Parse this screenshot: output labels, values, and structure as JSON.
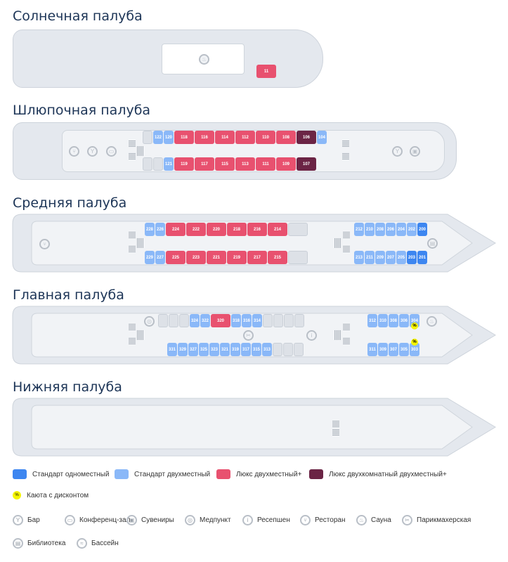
{
  "colors": {
    "standard_single": "#3d86f0",
    "standard_double": "#8ab8f8",
    "lux": "#e8516f",
    "lux_two_room": "#6b2445",
    "empty": "#dde1e7"
  },
  "decks": [
    {
      "title": "Солнечная палуба",
      "rows": [
        [
          {
            "n": "11",
            "t": "lux"
          }
        ]
      ]
    },
    {
      "title": "Шлюпочная палуба",
      "rows": [
        [
          {
            "t": "empty"
          },
          {
            "n": "122",
            "t": "s2"
          },
          {
            "n": "120",
            "t": "s2"
          },
          {
            "n": "118",
            "t": "lux"
          },
          {
            "n": "116",
            "t": "lux"
          },
          {
            "n": "114",
            "t": "lux"
          },
          {
            "n": "112",
            "t": "lux"
          },
          {
            "n": "110",
            "t": "lux"
          },
          {
            "n": "108",
            "t": "lux"
          },
          {
            "n": "106",
            "t": "lux2"
          },
          {
            "n": "104",
            "t": "s2"
          }
        ],
        [
          {
            "t": "empty"
          },
          {
            "t": "empty"
          },
          {
            "n": "121",
            "t": "s2"
          },
          {
            "n": "119",
            "t": "lux"
          },
          {
            "n": "117",
            "t": "lux"
          },
          {
            "n": "115",
            "t": "lux"
          },
          {
            "n": "113",
            "t": "lux"
          },
          {
            "n": "111",
            "t": "lux"
          },
          {
            "n": "109",
            "t": "lux"
          },
          {
            "n": "107",
            "t": "lux2"
          }
        ]
      ]
    },
    {
      "title": "Средняя палуба",
      "rows": [
        [
          {
            "n": "228",
            "t": "s2"
          },
          {
            "n": "226",
            "t": "s2"
          },
          {
            "n": "224",
            "t": "lux"
          },
          {
            "n": "222",
            "t": "lux"
          },
          {
            "n": "220",
            "t": "lux"
          },
          {
            "n": "218",
            "t": "lux"
          },
          {
            "n": "216",
            "t": "lux"
          },
          {
            "n": "214",
            "t": "lux"
          },
          {
            "t": "empty",
            "w": 1
          }
        ],
        [
          {
            "n": "229",
            "t": "s2"
          },
          {
            "n": "227",
            "t": "s2"
          },
          {
            "n": "225",
            "t": "lux"
          },
          {
            "n": "223",
            "t": "lux"
          },
          {
            "n": "221",
            "t": "lux"
          },
          {
            "n": "219",
            "t": "lux"
          },
          {
            "n": "217",
            "t": "lux"
          },
          {
            "n": "215",
            "t": "lux"
          },
          {
            "t": "empty",
            "w": 1
          }
        ],
        [
          {
            "n": "212",
            "t": "s2"
          },
          {
            "n": "210",
            "t": "s2"
          },
          {
            "n": "208",
            "t": "s2"
          },
          {
            "n": "206",
            "t": "s2"
          },
          {
            "n": "204",
            "t": "s2"
          },
          {
            "n": "202",
            "t": "s2"
          },
          {
            "n": "200",
            "t": "s1"
          }
        ],
        [
          {
            "n": "213",
            "t": "s2"
          },
          {
            "n": "211",
            "t": "s2"
          },
          {
            "n": "209",
            "t": "s2"
          },
          {
            "n": "207",
            "t": "s2"
          },
          {
            "n": "205",
            "t": "s2"
          },
          {
            "n": "203",
            "t": "s1"
          },
          {
            "n": "201",
            "t": "s1"
          }
        ]
      ]
    },
    {
      "title": "Главная палуба",
      "rows": [
        [
          {
            "t": "empty"
          },
          {
            "t": "empty"
          },
          {
            "t": "empty"
          },
          {
            "n": "324",
            "t": "s2"
          },
          {
            "n": "322",
            "t": "s2"
          },
          {
            "n": "320",
            "t": "lux"
          },
          {
            "n": "318",
            "t": "s2"
          },
          {
            "n": "316",
            "t": "s2"
          },
          {
            "n": "314",
            "t": "s2"
          },
          {
            "t": "empty"
          },
          {
            "t": "empty"
          },
          {
            "t": "empty"
          },
          {
            "t": "empty"
          }
        ],
        [
          {
            "n": "331",
            "t": "s2"
          },
          {
            "n": "329",
            "t": "s2"
          },
          {
            "n": "327",
            "t": "s2"
          },
          {
            "n": "325",
            "t": "s2"
          },
          {
            "n": "323",
            "t": "s2"
          },
          {
            "n": "321",
            "t": "s2"
          },
          {
            "n": "319",
            "t": "s2"
          },
          {
            "n": "317",
            "t": "s2"
          },
          {
            "n": "315",
            "t": "s2"
          },
          {
            "n": "313",
            "t": "s2"
          },
          {
            "t": "empty"
          },
          {
            "t": "empty"
          },
          {
            "t": "empty"
          }
        ],
        [
          {
            "n": "312",
            "t": "s2"
          },
          {
            "n": "310",
            "t": "s2"
          },
          {
            "n": "308",
            "t": "s2"
          },
          {
            "n": "306",
            "t": "s2"
          },
          {
            "n": "304",
            "t": "s2",
            "d": "below"
          }
        ],
        [
          {
            "n": "311",
            "t": "s2"
          },
          {
            "n": "309",
            "t": "s2"
          },
          {
            "n": "307",
            "t": "s2"
          },
          {
            "n": "305",
            "t": "s2"
          },
          {
            "n": "303",
            "t": "s2",
            "d": "above"
          }
        ]
      ]
    },
    {
      "title": "Нижняя палуба",
      "rows": []
    }
  ],
  "legend": {
    "standard_single": "Стандарт одноместный",
    "standard_double": "Стандарт двухместный",
    "lux": "Люкс двухместный+",
    "lux_two_room": "Люкс двухкомнатный двухместный+",
    "discount_symbol": "%",
    "discount": "Каюта с дисконтом",
    "facilities": [
      {
        "label": "Бар",
        "icon": "bar-icon",
        "glyph": "Y"
      },
      {
        "label": "Конференц-зал",
        "icon": "conference-icon",
        "glyph": "▭"
      },
      {
        "label": "Сувениры",
        "icon": "souvenir-icon",
        "glyph": "▣"
      },
      {
        "label": "Медпункт",
        "icon": "medical-icon",
        "glyph": "◎"
      },
      {
        "label": "Ресепшен",
        "icon": "reception-icon",
        "glyph": "i"
      },
      {
        "label": "Ресторан",
        "icon": "restaurant-icon",
        "glyph": "⑂"
      },
      {
        "label": "Сауна",
        "icon": "sauna-icon",
        "glyph": "♨"
      },
      {
        "label": "Парикмахерская",
        "icon": "barber-icon",
        "glyph": "✂"
      },
      {
        "label": "Библиотека",
        "icon": "library-icon",
        "glyph": "▤"
      },
      {
        "label": "Бассейн",
        "icon": "pool-icon",
        "glyph": "≈"
      }
    ]
  }
}
